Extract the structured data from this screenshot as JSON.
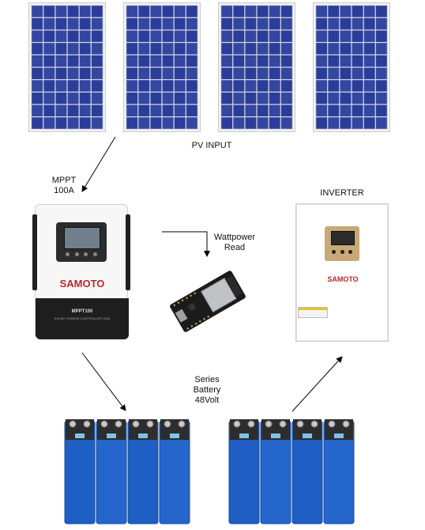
{
  "labels": {
    "pv_input": "PV INPUT",
    "mppt_line1": "MPPT",
    "mppt_line2": "100A",
    "wattpower_line1": "Wattpower",
    "wattpower_line2": "Read",
    "inverter": "INVERTER",
    "series_line1": "Series",
    "series_line2": "Battery",
    "series_line3": "48Volt"
  },
  "devices": {
    "mppt_brand": "SAMOTO",
    "mppt_model": "MPPT100",
    "mppt_subtitle": "SOLAR CHARGE CONTROLLER 100A",
    "inverter_brand": "SAMOTO"
  },
  "panels_count": 4,
  "colors": {
    "panel_cell": "#2b3d9a",
    "panel_frame": "#e6e6e6",
    "battery_blue": "#1f5fc4",
    "brand_red": "#c0272d",
    "arrow": "#000000"
  }
}
